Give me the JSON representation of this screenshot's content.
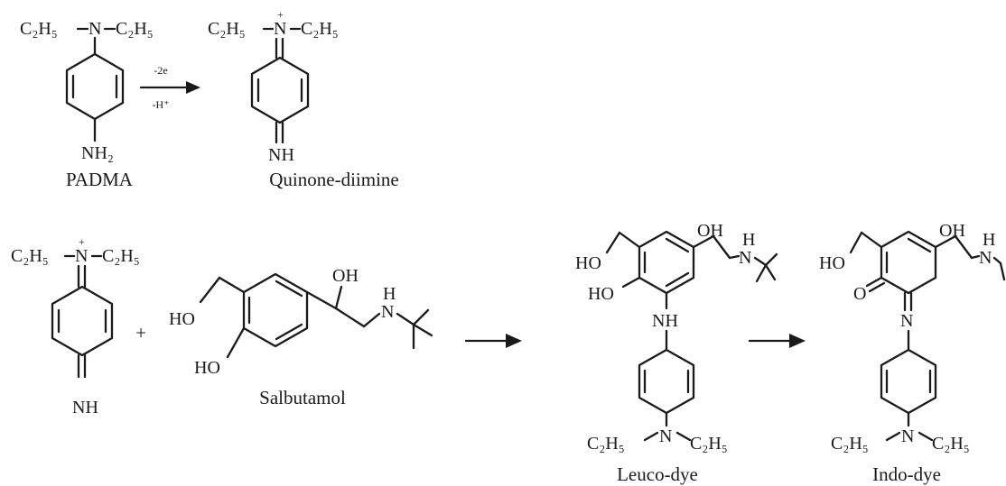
{
  "colors": {
    "ink": "#1a1a1a",
    "background": "#ffffff"
  },
  "atoms": {
    "c2h5": "C2H5",
    "n": "N",
    "nh2": "NH2",
    "nh": "NH",
    "n_imine": "N",
    "oh": "OH",
    "ho": "HO",
    "o": "O",
    "h": "H",
    "charge": "+"
  },
  "reagents": {
    "electrons": "-2e",
    "proton": "-H+",
    "plus": "+"
  },
  "names": {
    "padma": "PADMA",
    "quinone_diimine": "Quinone-diimine",
    "salbutamol": "Salbutamol",
    "leuco_dye": "Leuco-dye",
    "indo_dye": "Indo-dye"
  }
}
